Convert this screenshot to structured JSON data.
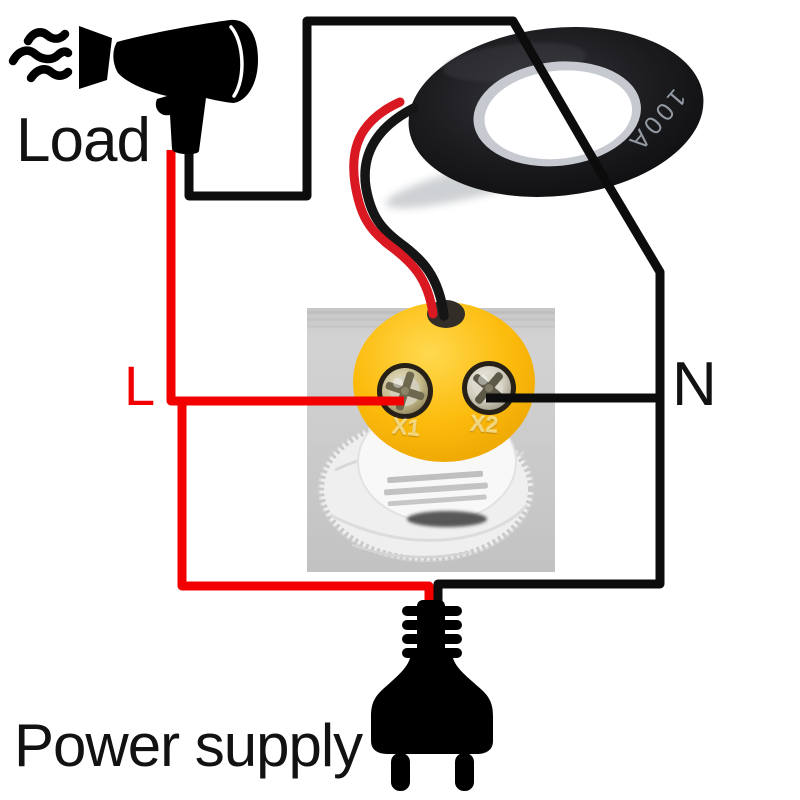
{
  "labels": {
    "load": "Load",
    "line": "L",
    "neutral": "N",
    "power_supply": "Power supply"
  },
  "current_transformer": {
    "rating": "100A"
  },
  "meter": {
    "terminal_x1": "X1",
    "terminal_x2": "X2"
  },
  "colors": {
    "live_wire_red": "#f20000",
    "neutral_wire_black": "#0c0c0c",
    "meter_back_yellow": "#fcbb0c",
    "ct_ring_black": "#1a1a1d",
    "ct_rating_text": "#939aa3",
    "mounting_panel_gray": "#cbcbcb"
  },
  "icons": {
    "load_device": "hair-dryer-icon",
    "airflow": "air-waves-icon",
    "power_source": "power-plug-icon",
    "current_sensor": "ct-ring-icon"
  }
}
